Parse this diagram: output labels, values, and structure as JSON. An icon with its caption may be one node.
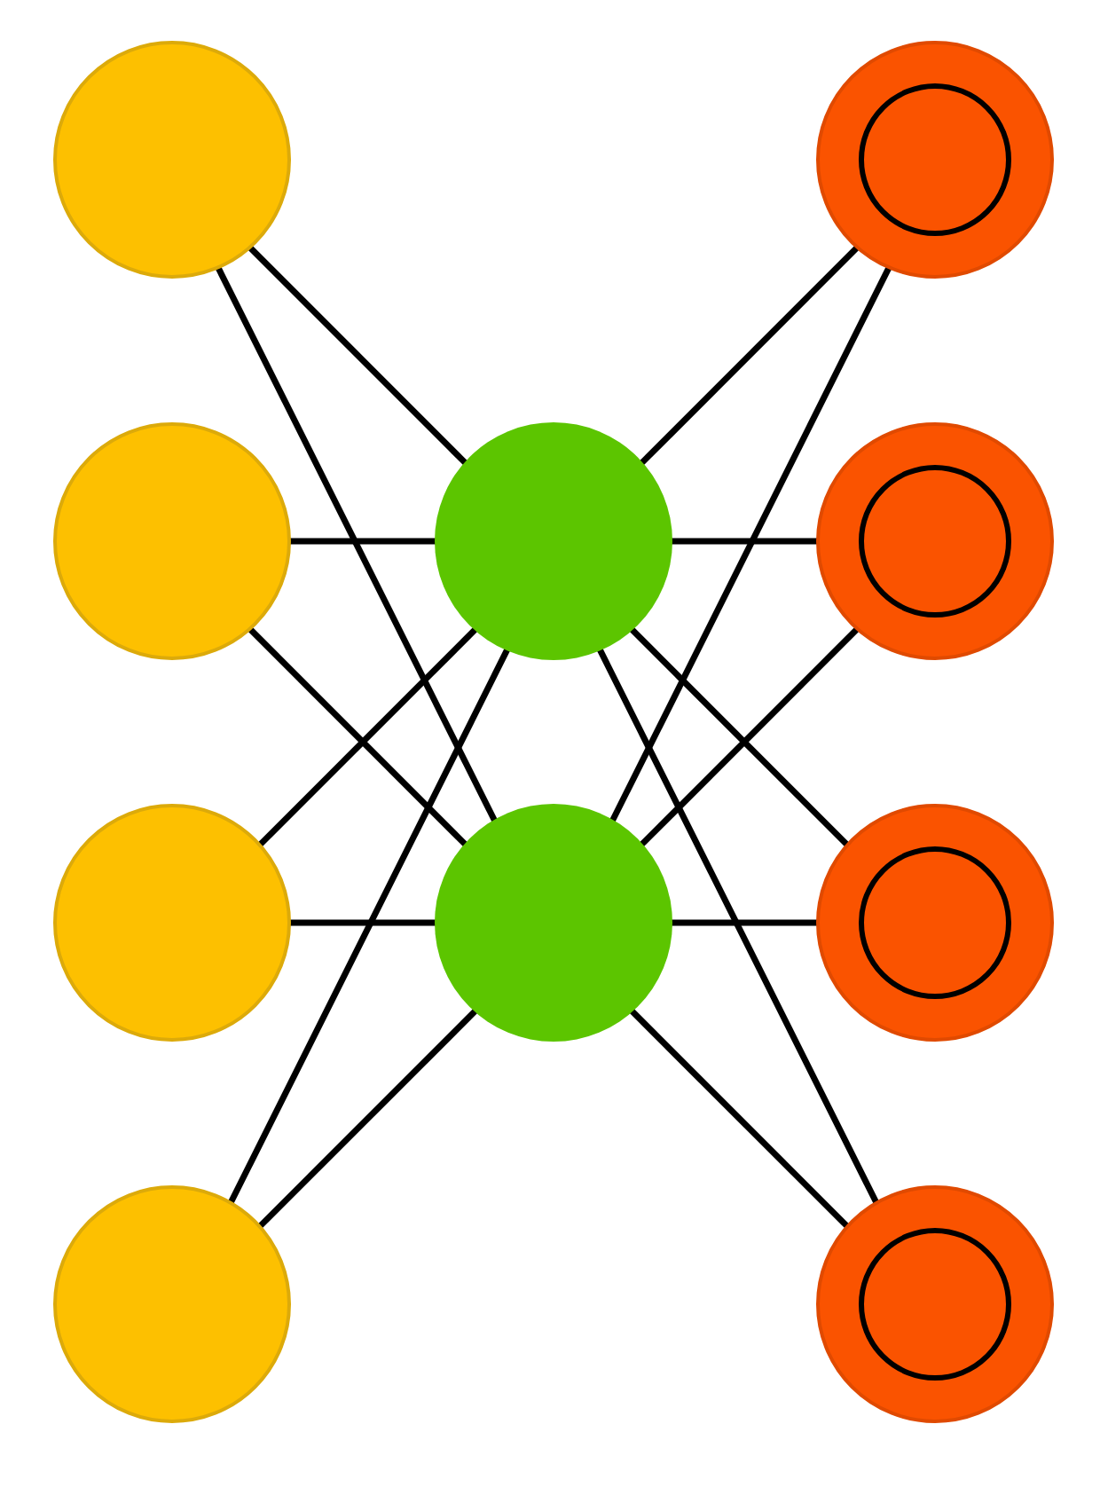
{
  "diagram": {
    "nodes": [
      {
        "text": [],
        "shape": "circle"
      },
      {
        "text": [],
        "shape": "circle"
      },
      {
        "text": [],
        "shape": "circle"
      },
      {
        "text": [],
        "shape": "circle"
      },
      {
        "text": [],
        "shape": "circle"
      },
      {
        "text": [],
        "shape": "circle"
      },
      {
        "text": [],
        "shape": "circle"
      },
      {
        "text": [],
        "shape": "circle"
      },
      {
        "text": [],
        "shape": "circle"
      },
      {
        "text": [],
        "shape": "circle"
      }
    ],
    "edges": [
      {
        "from": 0,
        "to": 4,
        "arrow": "none"
      },
      {
        "from": 0,
        "to": 5,
        "arrow": "none"
      },
      {
        "from": 1,
        "to": 4,
        "arrow": "none"
      },
      {
        "from": 1,
        "to": 5,
        "arrow": "none"
      },
      {
        "from": 2,
        "to": 4,
        "arrow": "none"
      },
      {
        "from": 2,
        "to": 5,
        "arrow": "none"
      },
      {
        "from": 3,
        "to": 4,
        "arrow": "none"
      },
      {
        "from": 3,
        "to": 5,
        "arrow": "none"
      },
      {
        "from": 4,
        "to": 6,
        "arrow": "none"
      },
      {
        "from": 4,
        "to": 7,
        "arrow": "none"
      },
      {
        "from": 4,
        "to": 8,
        "arrow": "none"
      },
      {
        "from": 4,
        "to": 9,
        "arrow": "none"
      },
      {
        "from": 5,
        "to": 6,
        "arrow": "none"
      },
      {
        "from": 5,
        "to": 7,
        "arrow": "none"
      },
      {
        "from": 5,
        "to": 8,
        "arrow": "none"
      },
      {
        "from": 5,
        "to": 9,
        "arrow": "none"
      }
    ]
  }
}
